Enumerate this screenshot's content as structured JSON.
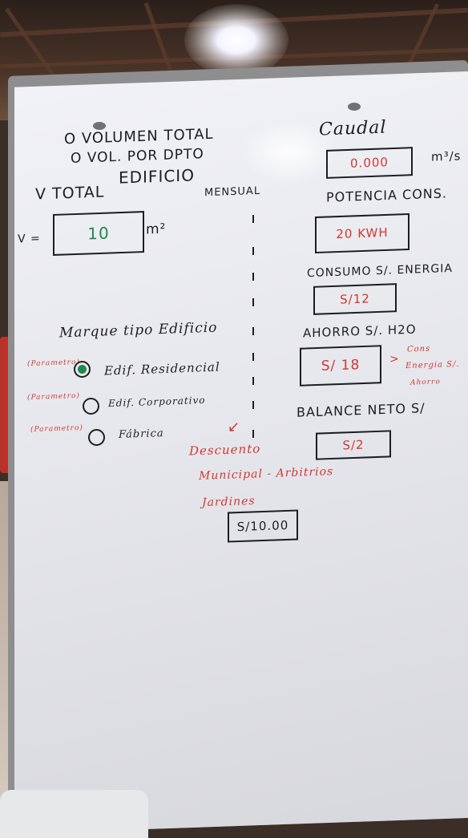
{
  "colors": {
    "ink": "#1d1d24",
    "red_ink": "#d2362f",
    "green_ink": "#1f8a4a",
    "board": "#eceef2"
  },
  "left_header": {
    "line1": "O VOLUMEN TOTAL",
    "line2": "O VOL. POR DPTO",
    "line3": "EDIFICIO"
  },
  "volume": {
    "title": "V TOTAL",
    "mensual": "MENSUAL",
    "label": "V =",
    "value": "10",
    "unit": "m²"
  },
  "building_type": {
    "title": "Marque tipo Edificio",
    "options": [
      {
        "red_note": "(Parametro)",
        "label": "Edif. Residencial",
        "checked": true
      },
      {
        "red_note": "(Parametro)",
        "label": "Edif. Corporativo",
        "checked": false
      },
      {
        "red_note": "(Parametro)",
        "label": "Fábrica",
        "checked": false
      }
    ]
  },
  "discount": {
    "line1": "Descuento",
    "line2": "Municipal - Arbitrios",
    "line3": "Jardines",
    "value": "S/10.00"
  },
  "right": {
    "caudal": {
      "label": "Caudal",
      "value": "0.000",
      "unit": "m³/s"
    },
    "potencia": {
      "label": "POTENCIA CONS.",
      "value": "20 KWH"
    },
    "consumo": {
      "label": "CONSUMO S/. ENERGIA",
      "value": "S/12"
    },
    "ahorro": {
      "label": "AHORRO S/. H2O",
      "value": "S/ 18",
      "note1": "Cons",
      "note2": "Energia S/.",
      "note3": "Ahorro"
    },
    "balance": {
      "label": "BALANCE NETO S/",
      "value": "S/2"
    }
  }
}
